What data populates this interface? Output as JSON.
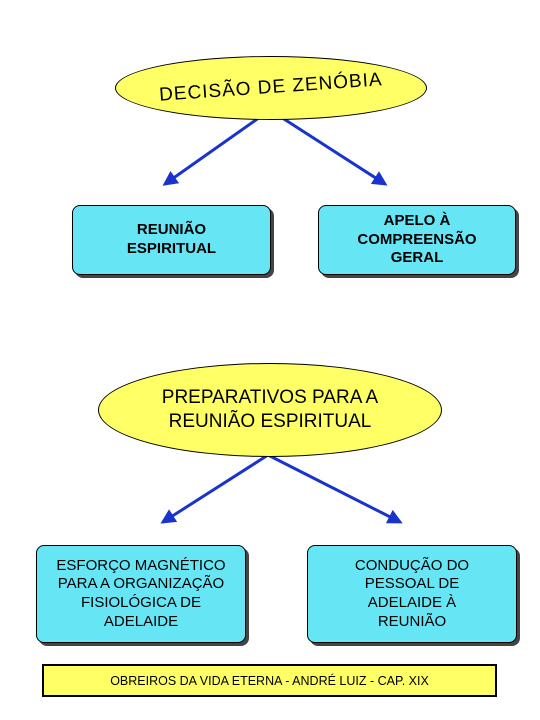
{
  "nodes": {
    "decisao": "DECISÃO DE ZENÓBIA",
    "reuniao_espiritual": "REUNIÃO\nESPIRITUAL",
    "apelo": "APELO À\nCOMPREENSÃO\nGERAL",
    "preparativos": "PREPARATIVOS PARA A\nREUNIÃO ESPIRITUAL",
    "esforco": "ESFORÇO MAGNÉTICO\nPARA A ORGANIZAÇÃO\nFISIOLÓGICA DE\nADELAIDE",
    "conducao": "CONDUÇÃO DO\nPESSOAL DE\nADELAIDE À\nREUNIÃO"
  },
  "footer": {
    "text": "OBREIROS DA VIDA ETERNA - ANDRÉ LUIZ - CAP. XIX"
  },
  "colors": {
    "ellipse_fill": "#ffff66",
    "box_fill": "#66e5f5",
    "arrow": "#1a33cc",
    "footer_fill": "#ffff66"
  }
}
